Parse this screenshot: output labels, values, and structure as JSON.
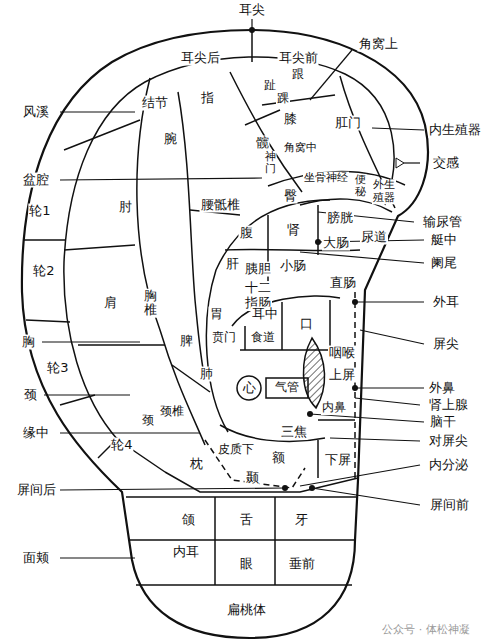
{
  "diagram": {
    "labels": [
      "耳尖",
      "耳尖后",
      "耳尖前",
      "趾",
      "跟",
      "踝",
      "角窝上",
      "风溪",
      "指",
      "膝",
      "结节",
      "腕",
      "髋",
      "肛门",
      "内生殖器",
      "角窝中",
      "交感",
      "神门",
      "盆腔",
      "坐骨神经",
      "便秘",
      "外生殖器",
      "臀",
      "轮1",
      "肘",
      "腰骶椎",
      "输尿管",
      "腹",
      "肾",
      "膀胱",
      "艇中",
      "尿道",
      "大肠",
      "阑尾",
      "轮2",
      "肝",
      "胰胆",
      "小肠",
      "十二指肠",
      "直肠",
      "外耳",
      "肩",
      "胸椎",
      "胃",
      "耳中",
      "口",
      "屏尖",
      "胸",
      "贲门",
      "食道",
      "脾",
      "咽喉",
      "轮3",
      "上屏",
      "颈",
      "肺",
      "心",
      "气管",
      "外鼻",
      "肾上腺",
      "内鼻",
      "颈椎",
      "颈",
      "脑干",
      "缘中",
      "轮4",
      "三焦",
      "对屏尖",
      "皮质下",
      "额",
      "下屏",
      "内分泌",
      "枕",
      "颞",
      "屏间后",
      "屏间前",
      "颌",
      "舌",
      "牙",
      "内耳",
      "面颊",
      "眼",
      "垂前",
      "扁桃体",
      "公众号 · 体松神凝"
    ]
  }
}
